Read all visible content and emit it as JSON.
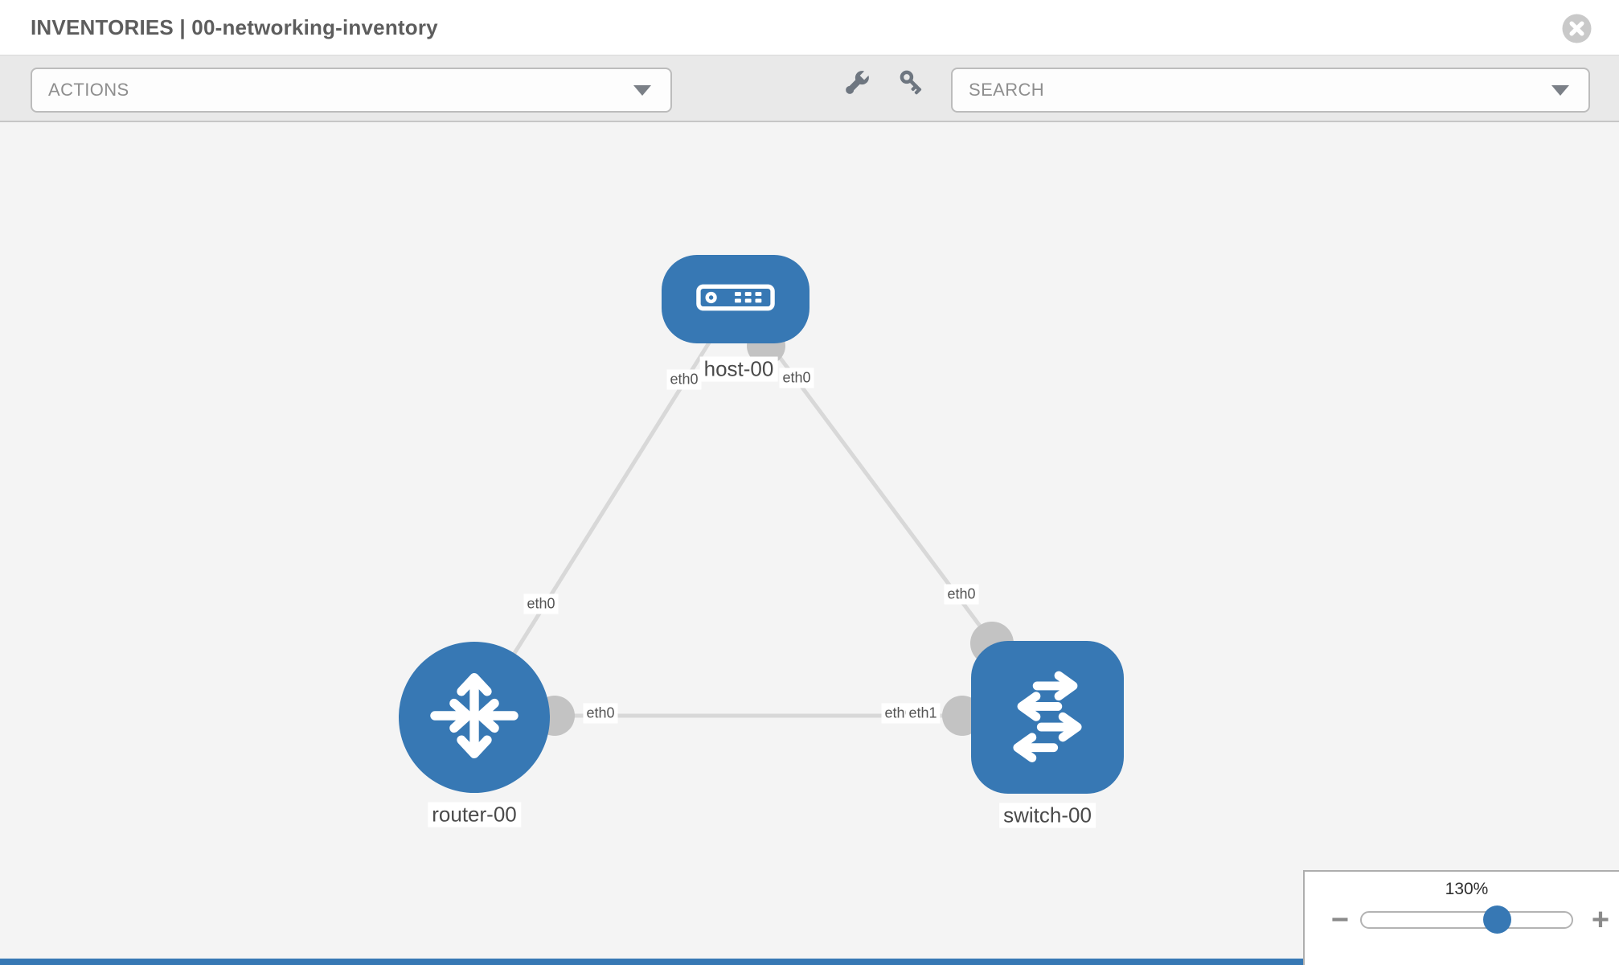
{
  "header": {
    "title": "INVENTORIES | 00-networking-inventory",
    "close_icon": "close-circle"
  },
  "toolbar": {
    "actions_label": "ACTIONS",
    "search_label": "SEARCH",
    "icons": [
      "wrench-icon",
      "key-icon"
    ]
  },
  "topology": {
    "nodes": [
      {
        "label": "host-00",
        "type": "host"
      },
      {
        "label": "router-00",
        "type": "router"
      },
      {
        "label": "switch-00",
        "type": "switch"
      }
    ],
    "links": [
      {
        "from": "host-00",
        "from_port": "eth0",
        "to": "router-00",
        "to_port": "eth0"
      },
      {
        "from": "host-00",
        "from_port": "eth0",
        "to": "switch-00",
        "to_port": "eth0"
      },
      {
        "from": "router-00",
        "from_port": "eth0",
        "to": "switch-00",
        "to_ports": [
          "eth0",
          "eth1"
        ]
      }
    ]
  },
  "zoom_control": {
    "value": "130%",
    "minus_label": "−",
    "plus_label": "+"
  },
  "colors": {
    "node_blue": "#3778b4",
    "edge_gray": "#d8d8d8",
    "connector_gray": "#c3c3c3",
    "toolbar_bg": "#e9e9e9"
  }
}
